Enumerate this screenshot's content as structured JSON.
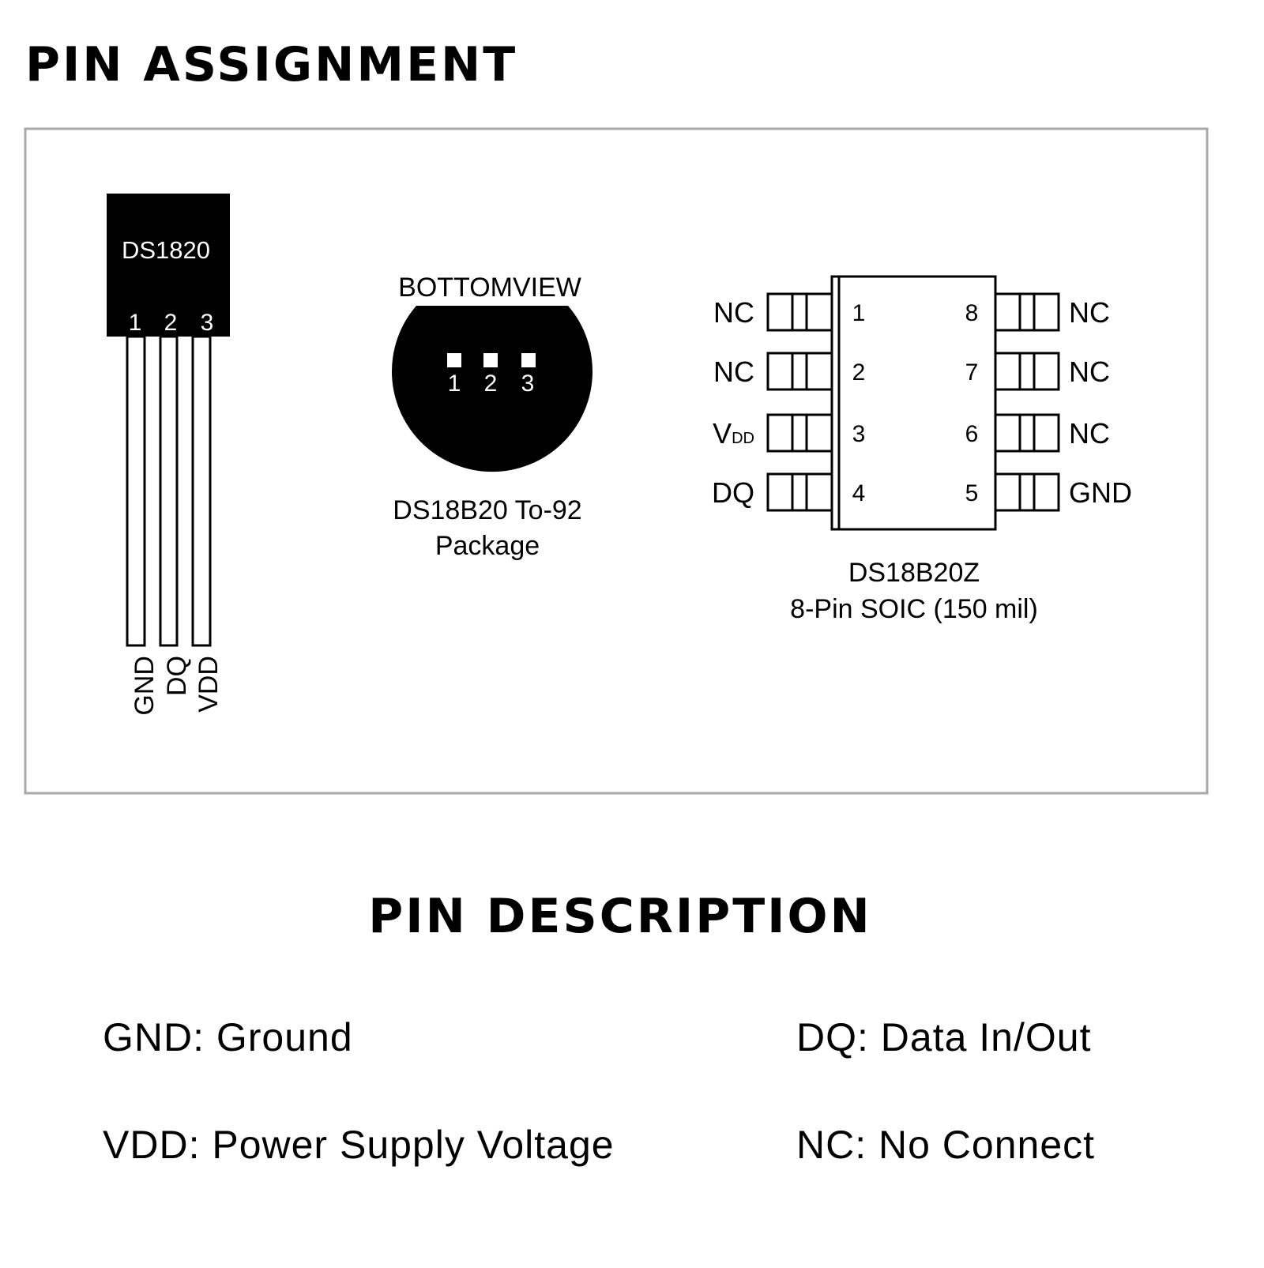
{
  "headings": {
    "pin_assignment": "PIN  ASSIGNMENT",
    "pin_description": "PIN  DESCRIPTION"
  },
  "to92_side": {
    "part": "DS1820",
    "pin_numbers": [
      "1",
      "2",
      "3"
    ],
    "pin_labels": [
      "GND",
      "DQ",
      "VDD"
    ]
  },
  "to92_bottom": {
    "view_label": "BOTTOMVIEW",
    "pin_numbers": [
      "1",
      "2",
      "3"
    ],
    "caption_line1": "DS18B20 To-92",
    "caption_line2": "Package"
  },
  "soic": {
    "left_pins": [
      {
        "num": "1",
        "label": "NC"
      },
      {
        "num": "2",
        "label": "NC"
      },
      {
        "num": "3",
        "label": "V",
        "sub": "DD"
      },
      {
        "num": "4",
        "label": "DQ"
      }
    ],
    "right_pins": [
      {
        "num": "8",
        "label": "NC"
      },
      {
        "num": "7",
        "label": "NC"
      },
      {
        "num": "6",
        "label": "NC"
      },
      {
        "num": "5",
        "label": "GND"
      }
    ],
    "caption_line1": "DS18B20Z",
    "caption_line2": "8-Pin SOIC (150 mil)"
  },
  "descriptions": [
    "GND: Ground",
    "DQ: Data In/Out",
    "VDD: Power Supply Voltage",
    "NC: No Connect"
  ]
}
